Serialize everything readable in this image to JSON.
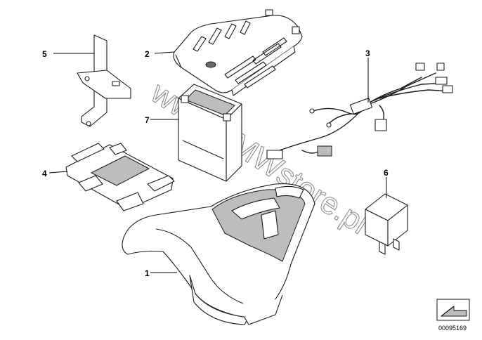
{
  "watermark": "www.BMWstore.pl",
  "diagram_code": "00095169",
  "parts": [
    {
      "number": "1",
      "name": "storage tray"
    },
    {
      "number": "2",
      "name": "battery cover"
    },
    {
      "number": "3",
      "name": "wiring harness"
    },
    {
      "number": "4",
      "name": "battery holder"
    },
    {
      "number": "5",
      "name": "bracket"
    },
    {
      "number": "6",
      "name": "relay"
    },
    {
      "number": "7",
      "name": "battery"
    }
  ]
}
